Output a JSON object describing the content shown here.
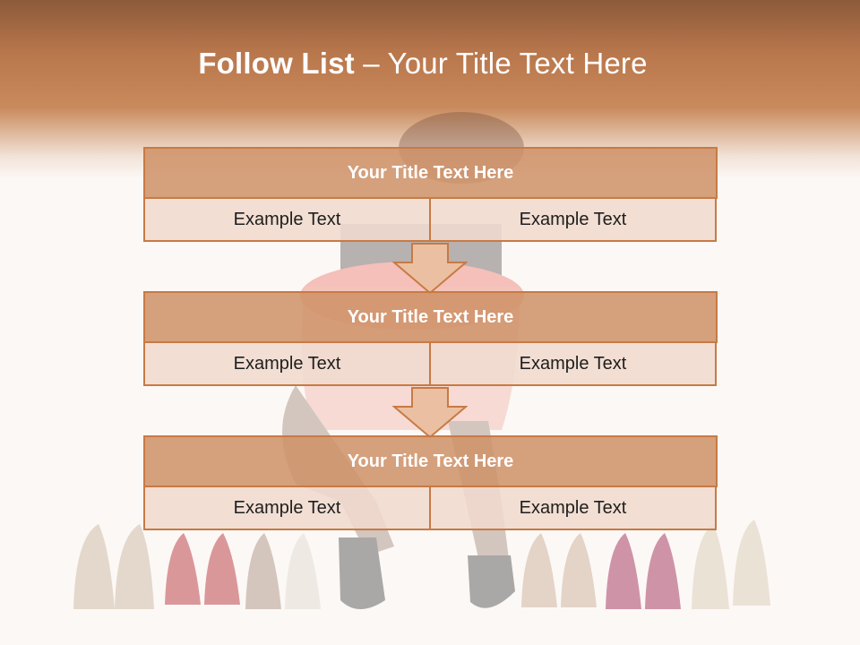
{
  "slide": {
    "title_bold": "Follow List",
    "title_rest": " – Your Title Text Here"
  },
  "blocks": [
    {
      "title": "Your Title Text Here",
      "left": "Example Text",
      "right": "Example Text"
    },
    {
      "title": "Your Title Text Here",
      "left": "Example Text",
      "right": "Example Text"
    },
    {
      "title": "Your Title Text Here",
      "left": "Example Text",
      "right": "Example Text"
    }
  ],
  "colors": {
    "accent": "#c87a44",
    "title_fill": "#ce9166",
    "cell_fill": "#f0dace",
    "header_band": "#c98a5c"
  },
  "decor": {
    "background_icon": "woman-on-stool-with-shoes-photo-icon",
    "connector_icon": "down-arrow-icon"
  }
}
